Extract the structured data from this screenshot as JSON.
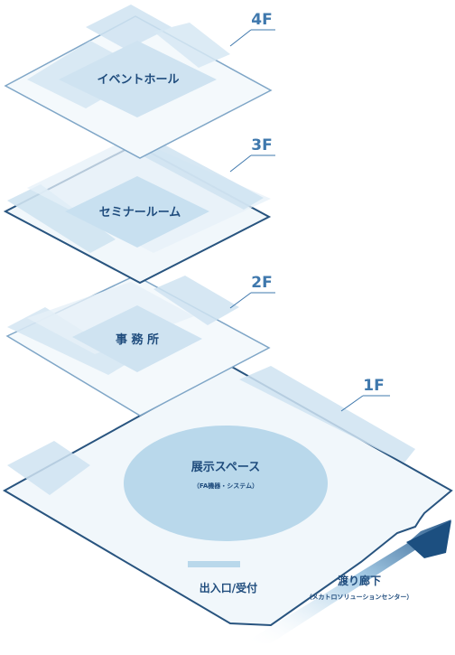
{
  "floors": [
    {
      "id": "4F",
      "tag": "4F",
      "room": "イベントホール"
    },
    {
      "id": "3F",
      "tag": "3F",
      "room": "セミナールーム"
    },
    {
      "id": "2F",
      "tag": "2F",
      "room": "事 務 所"
    },
    {
      "id": "1F",
      "tag": "1F",
      "room": "展示スペース",
      "room_sub": "（FA機器・システム）"
    }
  ],
  "entrance": "出入口/受付",
  "corridor": {
    "label": "渡り廊下",
    "sub": "（メカトロソリューションセンター）"
  },
  "colors": {
    "outline": "#28547f",
    "outline_light": "#7fa6c7",
    "pale": "#e8f1f8",
    "mid": "#cfe3f1",
    "room": "#b9d8eb",
    "tag": "#3f78ad",
    "accent": "#1c4f80"
  }
}
